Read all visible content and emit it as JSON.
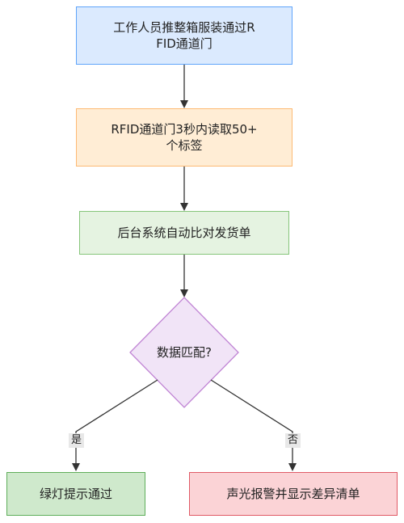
{
  "nodes": {
    "step1": {
      "line1": "工作人员推整箱服装通过R",
      "line2": "FID通道门",
      "fill": "#dbeafe",
      "stroke": "#60a5fa"
    },
    "step2": {
      "line1": "RFID通道门3秒内读取50+",
      "line2": "个标签",
      "fill": "#ffedd5",
      "stroke": "#fdba74"
    },
    "step3": {
      "label": "后台系统自动比对发货单",
      "fill": "#e5f3e1",
      "stroke": "#86c57a"
    },
    "decision": {
      "label": "数据匹配?",
      "fill": "#f1e4f7",
      "stroke": "#c084d4"
    },
    "yes_result": {
      "label": "绿灯提示通过",
      "fill": "#cfe9cc",
      "stroke": "#5fae5a"
    },
    "no_result": {
      "label": "声光报警并显示差异清单",
      "fill": "#fbd3d6",
      "stroke": "#e05a66"
    }
  },
  "edges": {
    "yes_label": "是",
    "no_label": "否"
  }
}
